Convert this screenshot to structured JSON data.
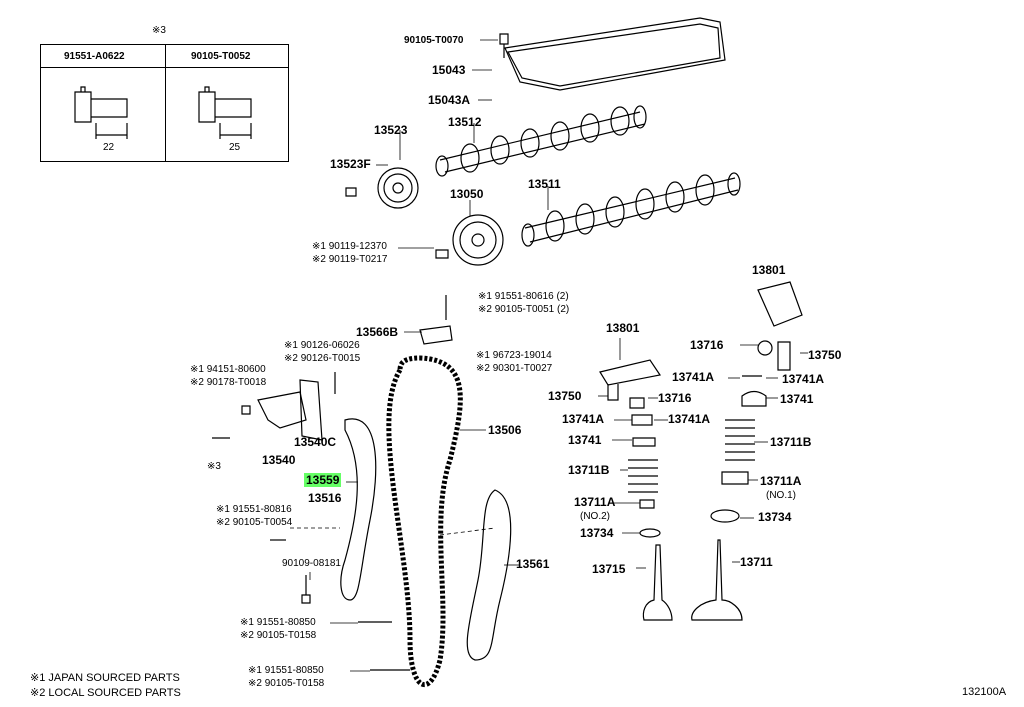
{
  "inset": {
    "mark": "※3",
    "col1_part": "91551-A0622",
    "col2_part": "90105-T0052",
    "col1_len": "22",
    "col2_len": "25"
  },
  "labels": {
    "p90105_t0070": "90105-T0070",
    "p15043": "15043",
    "p15043a": "15043A",
    "p13523": "13523",
    "p13512": "13512",
    "p13523f": "13523F",
    "p13050": "13050",
    "p13511": "13511",
    "bolt_cam_1": "※1  90119-12370",
    "bolt_cam_2": "※2  90119-T0217",
    "p13801_top": "13801",
    "bolt_guide_1": "※1  91551-80616 (2)",
    "bolt_guide_2": "※2  90105-T0051 (2)",
    "p13566b": "13566B",
    "p13801": "13801",
    "oring_1": "※1  96723-19014",
    "oring_2": "※2  90301-T0027",
    "p13716_r": "13716",
    "p13750_r": "13750",
    "bolt_tens_1": "※1  90126-06026",
    "bolt_tens_2": "※2  90126-T0015",
    "nut_1": "※1  94151-80600",
    "nut_2": "※2  90178-T0018",
    "p13741a_l": "13741A",
    "p13741a_r": "13741A",
    "p13750": "13750",
    "p13716": "13716",
    "p13741_r": "13741",
    "p13741a_2": "13741A",
    "p13741a_3": "13741A",
    "p13506": "13506",
    "p13540c": "13540C",
    "p13741": "13741",
    "p13711b_r": "13711B",
    "mark3": "※3",
    "p13540": "13540",
    "p13559": "13559",
    "p13711b": "13711B",
    "p13711a_r": "13711A",
    "no1": "(NO.1)",
    "p13516": "13516",
    "bolt_slip_1": "※1  91551-80816",
    "bolt_slip_2": "※2  90105-T0054",
    "p13711a": "13711A",
    "no2": "(NO.2)",
    "p13734_r": "13734",
    "p13734": "13734",
    "p13561": "13561",
    "p90109": "90109-08181",
    "p13711": "13711",
    "p13715": "13715",
    "bolt_b1_1": "※1  91551-80850",
    "bolt_b1_2": "※2  90105-T0158",
    "bolt_b2_1": "※1  91551-80850",
    "bolt_b2_2": "※2  90105-T0158"
  },
  "legend": {
    "line1": "※1  JAPAN SOURCED PARTS",
    "line2": "※2  LOCAL SOURCED PARTS"
  },
  "diagram_code": "132100A",
  "colors": {
    "highlight": "#66ff66",
    "ink": "#000000"
  }
}
